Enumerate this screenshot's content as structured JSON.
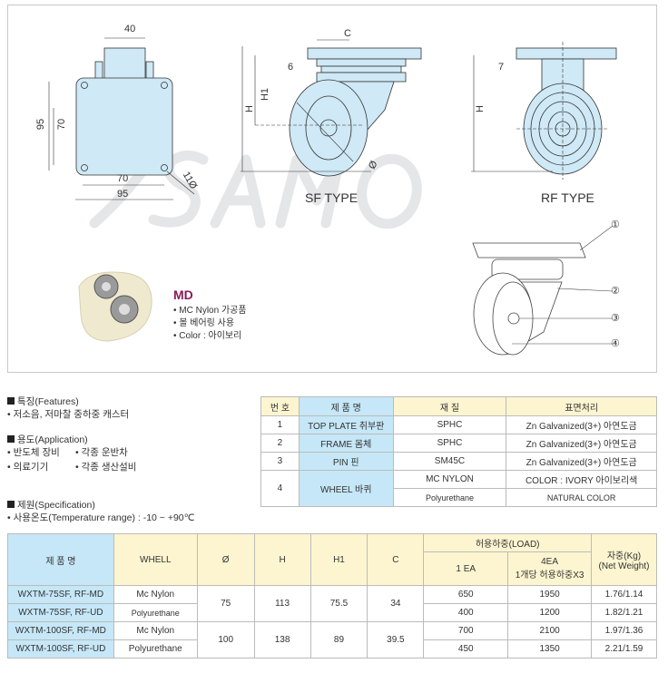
{
  "drawing": {
    "dims_plate": {
      "width_top": "40",
      "h95": "95",
      "h70": "70",
      "w70": "70",
      "w95": "95",
      "hole": "11Ø"
    },
    "dims_sf": {
      "c": "C",
      "t": "6",
      "h": "H",
      "h1": "H1",
      "dia": "Ø"
    },
    "dims_rf": {
      "t": "7",
      "h": "H"
    },
    "sf_type": "SF TYPE",
    "rf_type": "RF TYPE",
    "watermark": "SAMO",
    "callouts": [
      "①",
      "②",
      "③",
      "④"
    ]
  },
  "md": {
    "title": "MD",
    "items": [
      "• MC Nylon 가공품",
      "• 볼 베어링 사용",
      "• Color : 아이보리"
    ]
  },
  "features": {
    "heading": "특징(Features)",
    "items": [
      "• 저소음, 저마찰 중하중 캐스터"
    ]
  },
  "application": {
    "heading": "용도(Application)",
    "items": [
      "• 반도체 장비",
      "• 각종 운반차",
      "• 의료기기",
      "• 각종 생산설비"
    ]
  },
  "specification": {
    "heading": "제원(Specification)",
    "temperature": "• 사용온도(Temperature range) : -10 ~ +90℃"
  },
  "parts_table": {
    "headers": [
      "번 호",
      "제 품 명",
      "재 질",
      "표면처리"
    ],
    "rows": [
      {
        "no": "1",
        "name": "TOP PLATE  취부판",
        "material": "SPHC",
        "finish": "Zn Galvanized(3+)  아연도금"
      },
      {
        "no": "2",
        "name": "FRAME  몸체",
        "material": "SPHC",
        "finish": "Zn Galvanized(3+)  아연도금"
      },
      {
        "no": "3",
        "name": "PIN  핀",
        "material": "SM45C",
        "finish": "Zn Galvanized(3+)  아연도금"
      },
      {
        "no": "4",
        "name": "WHEEL  바퀴",
        "material": "MC NYLON",
        "finish": "COLOR : IVORY 아이보리색",
        "material2": "Polyurethane",
        "finish2": "NATURAL COLOR"
      }
    ]
  },
  "spec_table": {
    "headers": {
      "name": "제 품 명",
      "wheel": "WHELL",
      "dia": "Ø",
      "h": "H",
      "h1": "H1",
      "c": "C",
      "load": "허용하중(LOAD)",
      "load1": "1 EA",
      "load4": "4EA",
      "load4_sub": "1개당 허용하중X3",
      "weight": "자중(Kg)",
      "weight_sub": "(Net Weight)"
    },
    "rows": [
      {
        "name": "WXTM-75SF, RF-MD",
        "wheel": "Mc Nylon",
        "dia": "75",
        "h": "113",
        "h1": "75.5",
        "c": "34",
        "load1": "650",
        "load4": "1950",
        "weight": "1.76/1.14"
      },
      {
        "name": "WXTM-75SF, RF-UD",
        "wheel": "Polyurethane",
        "load1": "400",
        "load4": "1200",
        "weight": "1.82/1.21"
      },
      {
        "name": "WXTM-100SF, RF-MD",
        "wheel": "Mc Nylon",
        "dia": "100",
        "h": "138",
        "h1": "89",
        "c": "39.5",
        "load1": "700",
        "load4": "2100",
        "weight": "1.97/1.36"
      },
      {
        "name": "WXTM-100SF, RF-UD",
        "wheel": "Polyurethane",
        "load1": "450",
        "load4": "1350",
        "weight": "2.21/1.59"
      }
    ]
  }
}
